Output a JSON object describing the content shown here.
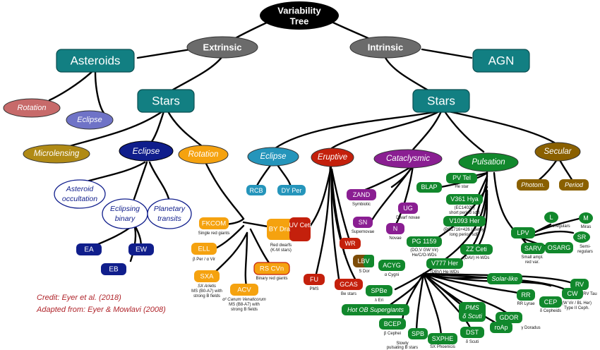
{
  "title_line1": "Variability",
  "title_line2": "Tree",
  "branches": {
    "extrinsic": "Extrinsic",
    "intrinsic": "Intrinsic"
  },
  "nodes": {
    "asteroids": "Asteroids",
    "agn": "AGN",
    "rotation_ast": "Rotation",
    "eclipse_ast": "Eclipse",
    "stars_ext": "Stars",
    "stars_int": "Stars",
    "microlensing": "Microlensing",
    "eclipse_ext": "Eclipse",
    "rotation_ext": "Rotation",
    "asteroid_occ_1": "Asteroid",
    "asteroid_occ_2": "occultation",
    "eclipsing_binary_1": "Eclipsing",
    "eclipsing_binary_2": "binary",
    "planetary_1": "Planetary",
    "planetary_2": "transits",
    "ea": "EA",
    "ew": "EW",
    "eb": "EB",
    "eclipse_int": "Eclipse",
    "eruptive": "Eruptive",
    "cataclysmic": "Cataclysmic",
    "pulsation": "Pulsation",
    "secular": "Secular",
    "rcb": "RCB",
    "dyper": "DY Per",
    "photom": "Photom.",
    "period": "Period",
    "fkcom": "FKCOM",
    "ell": "ELL",
    "sxa": "SXA",
    "acv": "ACV",
    "bydra": "BY Dra",
    "uvceti": "UV Ceti",
    "rscvn": "RS CVn",
    "zand": "ZAND",
    "ug": "UG",
    "sn": "SN",
    "n": "N",
    "wr": "WR",
    "lbv": "LBV",
    "acyg": "ACYG",
    "fu": "FU",
    "gcas": "GCAS",
    "spbe": "SPBe",
    "pvtel": "PV Tel",
    "blap": "BLAP",
    "v361": "V361 Hya",
    "v1093": "V1093 Her",
    "pg1159": "PG 1159",
    "zzceti": "ZZ Ceti",
    "v777": "V777 Her",
    "solar": "Solar-like",
    "hotob": "Hot OB Supergiants",
    "bcep": "BCEP",
    "spb": "SPB",
    "sxphe": "SXPHE",
    "pms_1": "PMS",
    "pms_2": "δ Scuti",
    "dst": "DST",
    "roap": "roAp",
    "gdor": "GDOR",
    "rr": "RR",
    "cep": "CEP",
    "cw": "CW",
    "rv": "RV",
    "l": "L",
    "m": "M",
    "sr": "SR",
    "lpv": "LPV",
    "sarv": "SARV",
    "osarg": "OSARG"
  },
  "notes": {
    "fkcom": "Single red giants",
    "ell": "β Per / α Vir",
    "sxa_1": "SX Arietis",
    "sxa_2": "MS (B0-A7) with",
    "sxa_3": "strong B fields",
    "acv_1": "α² Canum Venaticorum",
    "acv_2": "MS (B8-A7) with",
    "acv_3": "strong B fields",
    "bydra_1": "Red dwarfs",
    "bydra_2": "(K-M stars)",
    "rscvn": "Binary red giants",
    "zand": "Symbiotic",
    "ug": "Dwarf novae",
    "sn": "Supernovae",
    "n": "Novae",
    "lbv": "S Dor",
    "acyg": "α Cygni",
    "fu": "PMS",
    "gcas": "Be stars",
    "spbe": "λ Eri",
    "pvtel": "He star",
    "v361_1": "(EC14026)",
    "v361_2": "short period sdB",
    "v1093_1": "(PG1716+426 / Betsy)",
    "v1093_2": "long period sdB",
    "pg1159_1": "(DO,V GW Vir)",
    "pg1159_2": "He/C/O-WDs",
    "zzceti": "(DAV) H-WDs",
    "v777": "(DBV) He-WDs",
    "bcep": "β Cephei",
    "spb_1": "Slowly",
    "spb_2": "pulsating B stars",
    "sxphe": "SX Phoenicis",
    "dst": "δ Scuti",
    "gdor": "γ Doradus",
    "rr": "RR Lyrae",
    "cep": "δ Cepheids",
    "cw_1": "(W Vir / BL Her)",
    "cw_2": "Type II Ceph.",
    "rv": "RV Tau",
    "l": "Irregulars",
    "m": "Miras",
    "sr_1": "Semi-",
    "sr_2": "regulars",
    "sarv_1": "Small ampl.",
    "sarv_2": "red var."
  },
  "credits": {
    "line1": "Credit:  Eyer et al. (2018)",
    "line2": "Adapted from:  Eyer & Mowlavi (2008)"
  },
  "colors": {
    "teal": "#127f82",
    "gray": "#6b6b6b",
    "black": "#000000",
    "rotation_ast": "#c76a6a",
    "eclipse_ast": "#6f73c7",
    "microlensing": "#b08a15",
    "navy": "#101e8c",
    "orange": "#f5a20f",
    "cyan": "#2595bb",
    "red": "#c4200c",
    "purple": "#8a1e92",
    "green": "#11882c",
    "olive": "#8a6000",
    "brown": "#7d4c08"
  }
}
